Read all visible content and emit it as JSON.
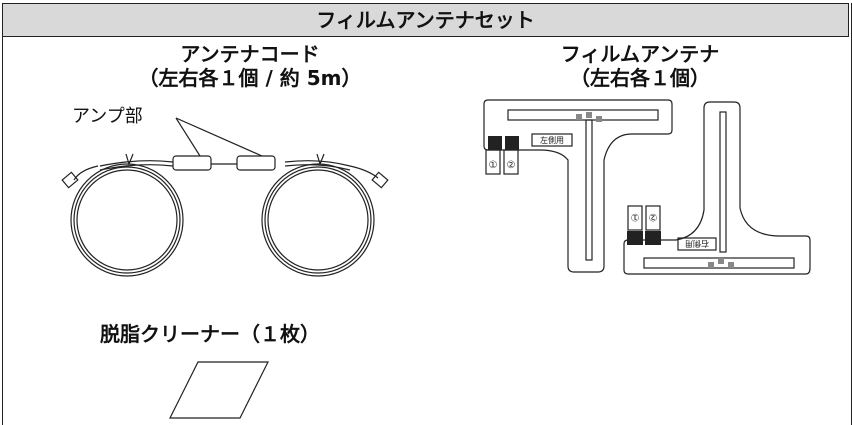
{
  "header": {
    "title": "フィルムアンテナセット"
  },
  "antenna_cord": {
    "title": "アンテナコード",
    "qty": "（左右各１個 / 約 5m）",
    "amp_label": "アンプ部"
  },
  "film_antenna": {
    "title": "フィルムアンテナ",
    "qty": "（左右各１個）",
    "left_label": "左側用",
    "right_label": "右側用",
    "terminal_1": "①",
    "terminal_2": "②"
  },
  "cleaner": {
    "title": "脱脂クリーナー（１枚）"
  }
}
